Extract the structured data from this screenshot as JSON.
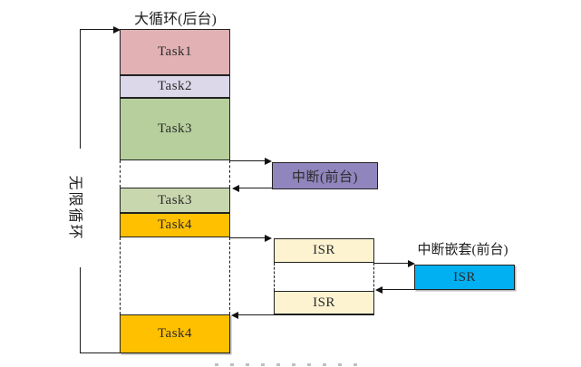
{
  "figure": {
    "background_title": "大循环(后台)",
    "infinite_loop_label": "无限循环",
    "interrupt_box_label": "中断(前台)",
    "nested_interrupt_title": "中断嵌套(前台)",
    "isr_first_label": "ISR",
    "isr_second_label": "ISR",
    "isr_nested_label": "ISR"
  },
  "column_blocks": [
    {
      "label": "Task1",
      "color": "#e1b1b4"
    },
    {
      "label": "Task2",
      "color": "#dcd8ea"
    },
    {
      "label": "Task3",
      "color": "#b6cf9c"
    },
    {
      "label": "Task3",
      "color": "#c9d7ae"
    },
    {
      "label": "Task4",
      "color": "#ffc000"
    },
    {
      "label": "Task4",
      "color": "#ffc000"
    }
  ],
  "colors": {
    "interrupt_box": "#9185bd",
    "isr_box": "#fdf3d1",
    "nested_isr_box": "#00b0f0",
    "line": "#1a1a1a"
  }
}
